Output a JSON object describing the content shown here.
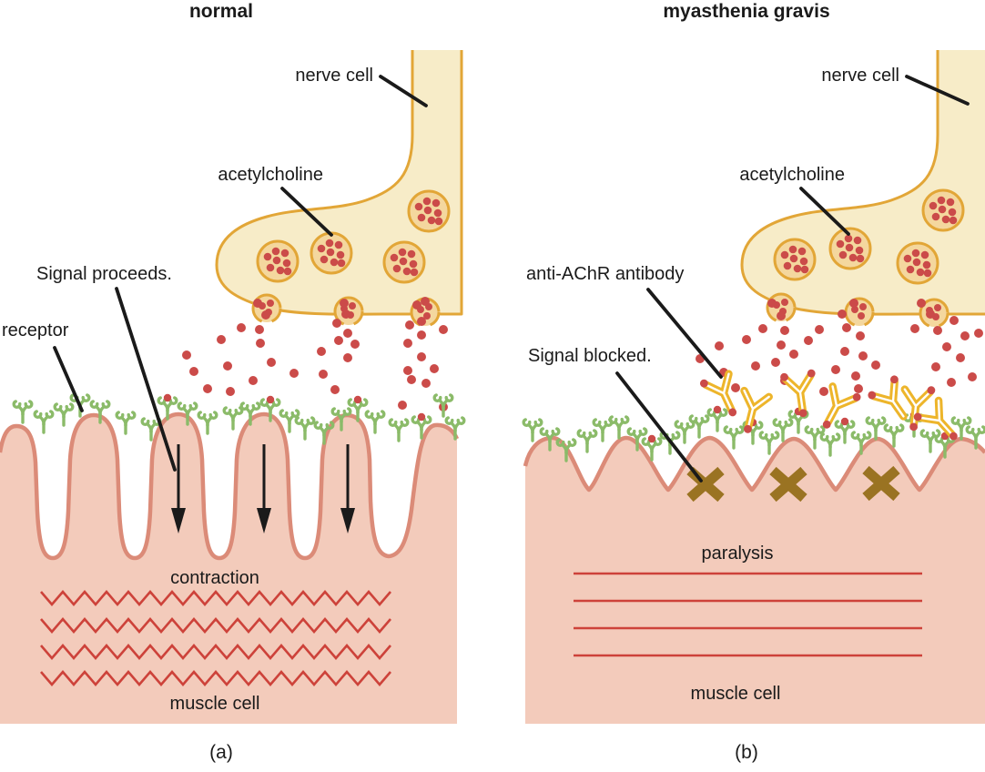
{
  "figure": {
    "description": "Comparison diagram of a neuromuscular junction in a normal state versus myasthenia gravis",
    "panels": [
      {
        "id": "a",
        "title": "normal",
        "caption": "(a)",
        "labels": {
          "nerve_cell": "nerve cell",
          "acetylcholine": "acetylcholine",
          "signal": "Signal proceeds.",
          "receptor": "receptor",
          "muscle_state": "contraction",
          "muscle_cell": "muscle cell"
        }
      },
      {
        "id": "b",
        "title": "myasthenia gravis",
        "caption": "(b)",
        "labels": {
          "nerve_cell": "nerve cell",
          "acetylcholine": "acetylcholine",
          "antibody": "anti-AChR antibody",
          "signal": "Signal blocked.",
          "muscle_state": "paralysis",
          "muscle_cell": "muscle cell"
        }
      }
    ],
    "colors": {
      "nerve-fill": "#f7ecc8",
      "nerve-stroke": "#e2a637",
      "vesicle-fill": "#f4d79e",
      "ach-red": "#cb4b49",
      "muscle-fill": "#f3cbbb",
      "muscle-stroke": "#db8b78",
      "receptor-green": "#8bbb69",
      "antibody-gold": "#edb52b",
      "x-brown": "#9a7322",
      "myofibril-red": "#cd423a",
      "text-black": "#1a1a1a"
    }
  }
}
